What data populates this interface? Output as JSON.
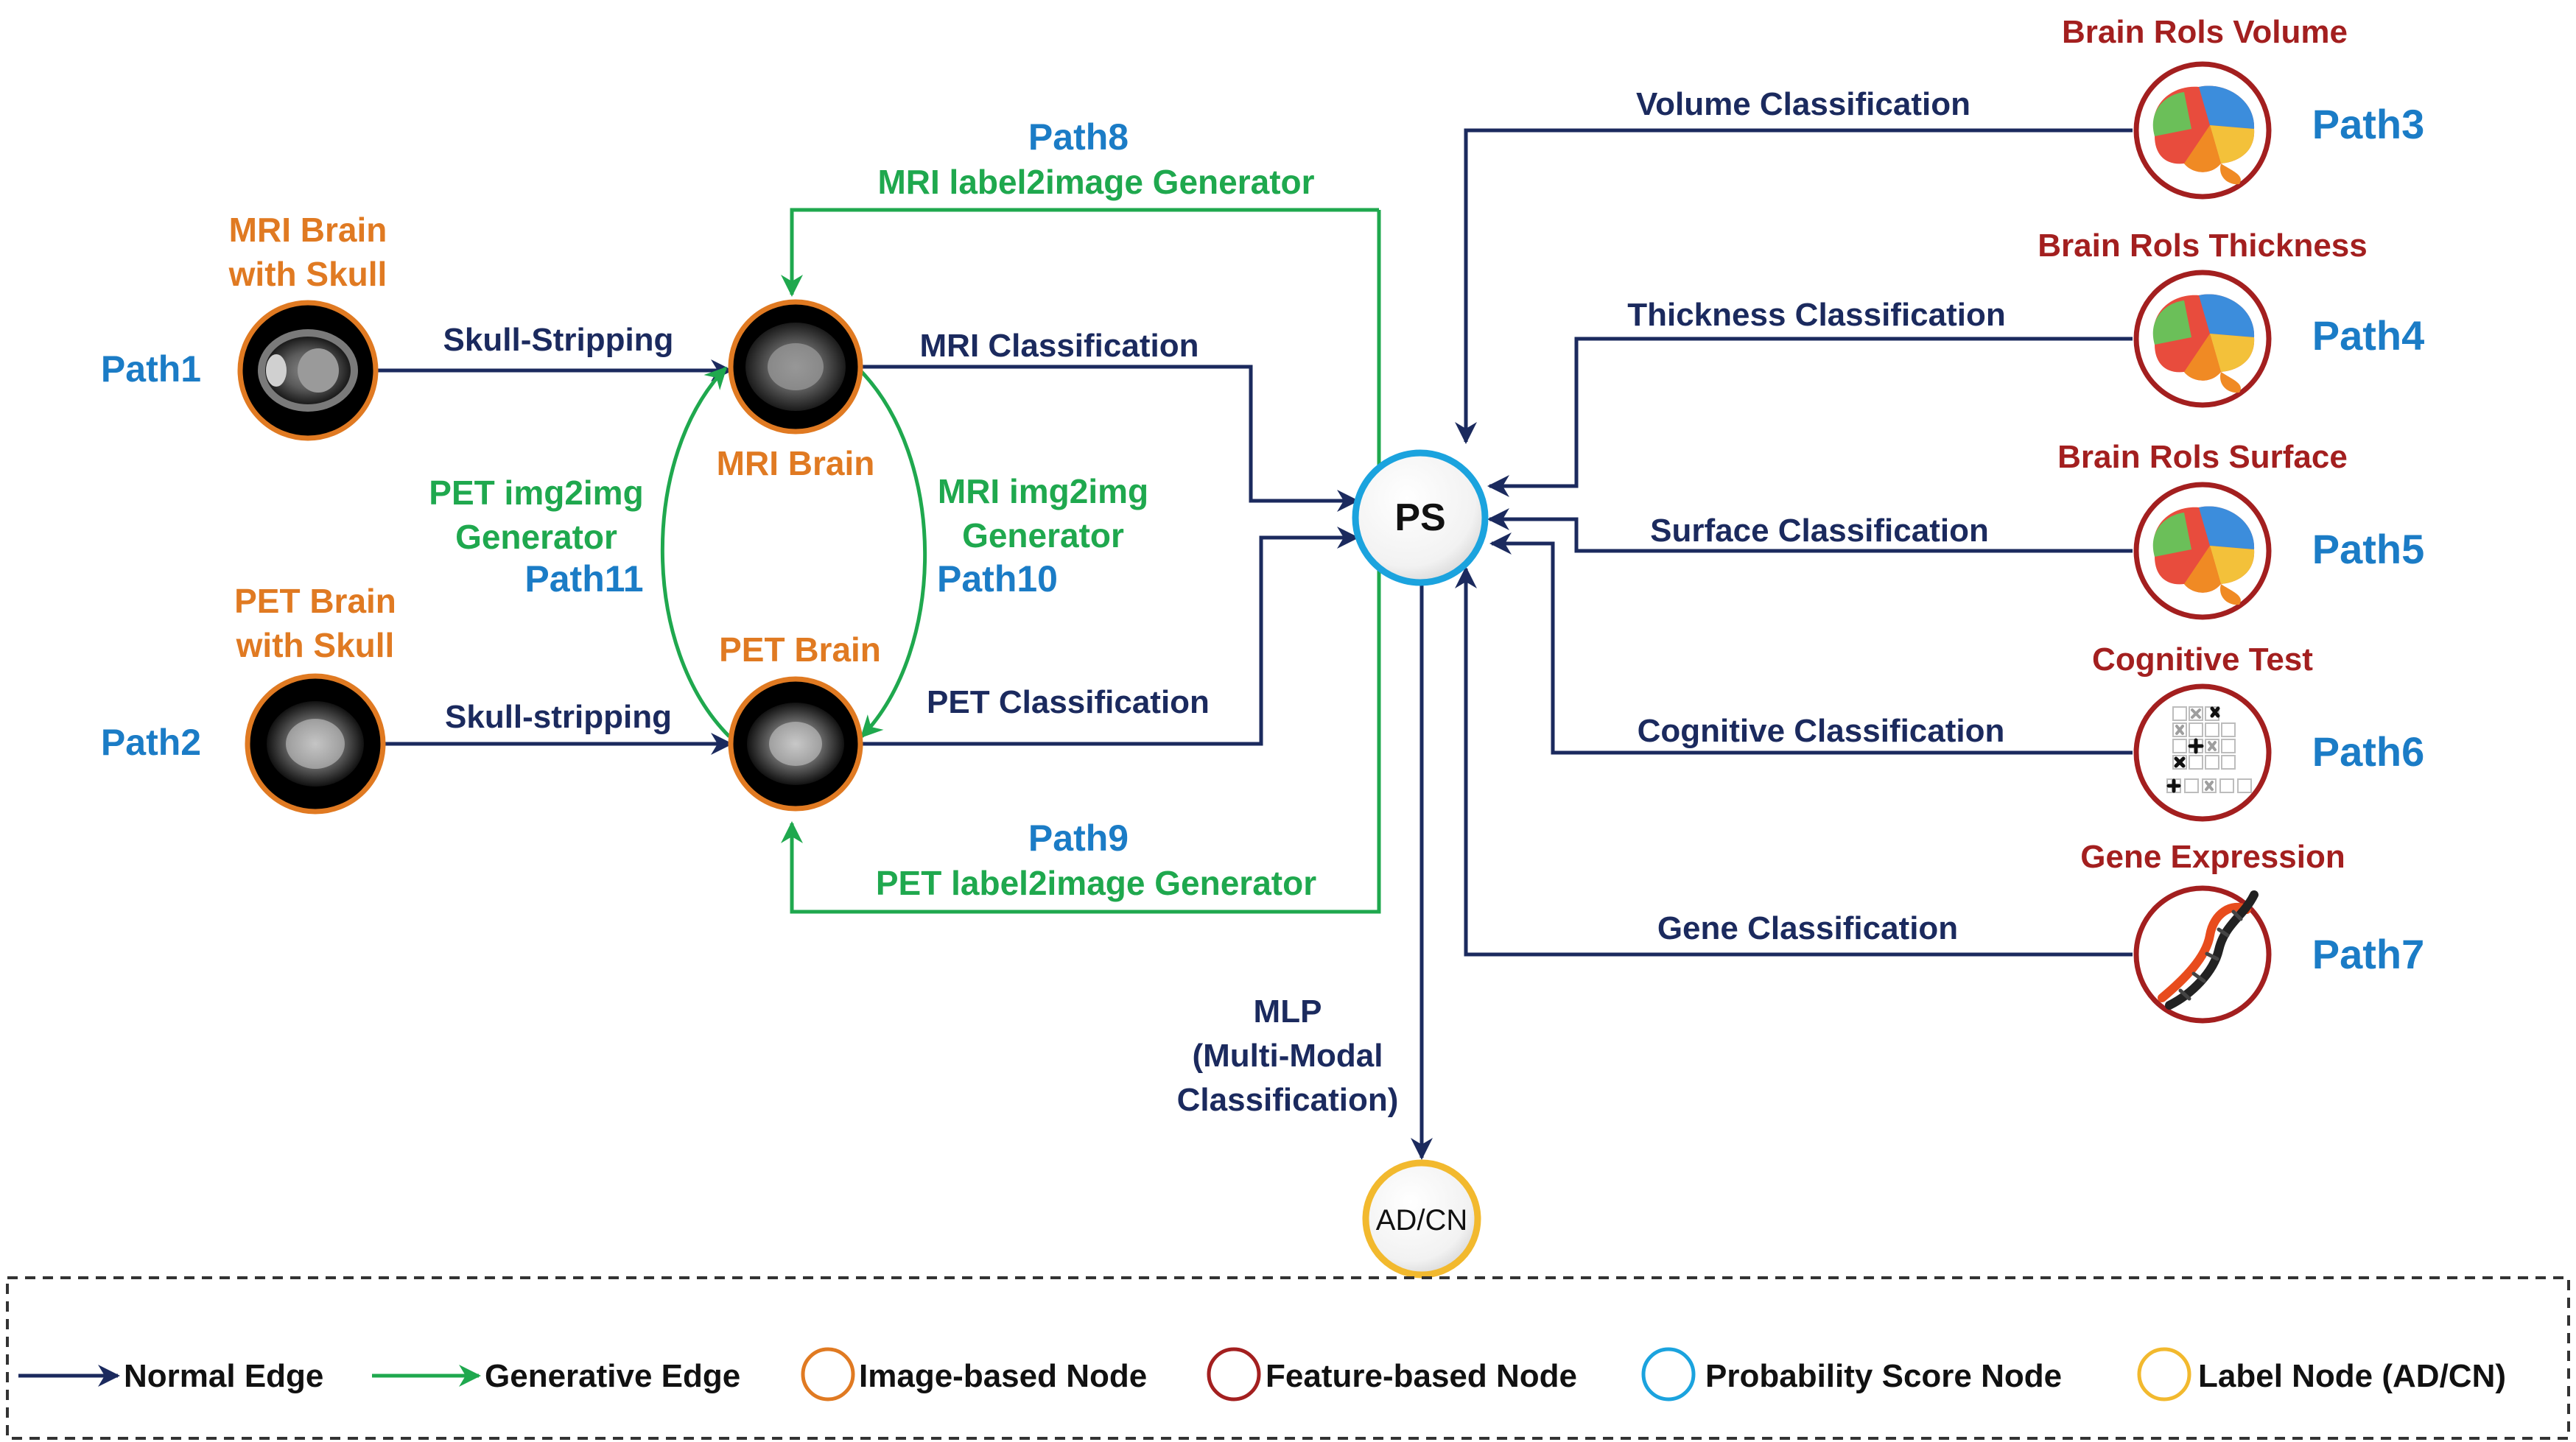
{
  "colors": {
    "normal_edge": "#1B2A5E",
    "generative_edge": "#1FA84E",
    "image_node": "#E07A22",
    "feature_node": "#A31F1F",
    "probability_node": "#1BA3DE",
    "label_node": "#F2B92E",
    "path_label": "#1B7CC6"
  },
  "nodes": {
    "mri_skull": {
      "line1": "MRI Brain",
      "line2": "with Skull",
      "path": "Path1"
    },
    "pet_skull": {
      "line1": "PET Brain",
      "line2": "with Skull",
      "path": "Path2"
    },
    "mri_brain": {
      "label": "MRI Brain"
    },
    "pet_brain": {
      "label": "PET Brain"
    },
    "ps": {
      "label": "PS"
    },
    "adcn": {
      "label": "AD/CN"
    },
    "volume": {
      "title": "Brain Rols Volume",
      "path": "Path3"
    },
    "thickness": {
      "title": "Brain Rols Thickness",
      "path": "Path4"
    },
    "surface": {
      "title": "Brain Rols Surface",
      "path": "Path5"
    },
    "cognitive": {
      "title": "Cognitive Test",
      "path": "Path6"
    },
    "gene": {
      "title": "Gene Expression",
      "path": "Path7"
    }
  },
  "edges": {
    "skull_stripping_mri": "Skull-Stripping",
    "skull_stripping_pet": "Skull-stripping",
    "mri_classification": "MRI Classification",
    "pet_classification": "PET Classification",
    "path8": "Path8",
    "mri_label2image": "MRI label2image Generator",
    "path9": "Path9",
    "pet_label2image": "PET label2image Generator",
    "pet_img2img_1": "PET img2img",
    "pet_img2img_2": "Generator",
    "path11": "Path11",
    "mri_img2img_1": "MRI img2img",
    "mri_img2img_2": "Generator",
    "path10": "Path10",
    "volume_classification": "Volume Classification",
    "thickness_classification": "Thickness Classification",
    "surface_classification": "Surface Classification",
    "cognitive_classification": "Cognitive Classification",
    "gene_classification": "Gene Classification",
    "mlp_1": "MLP",
    "mlp_2": "(Multi-Modal",
    "mlp_3": "Classification)"
  },
  "legend": {
    "normal_edge": "Normal Edge",
    "generative_edge": "Generative Edge",
    "image_node": "Image-based Node",
    "feature_node": "Feature-based Node",
    "probability_node": "Probability Score Node",
    "label_node": "Label Node (AD/CN)"
  }
}
